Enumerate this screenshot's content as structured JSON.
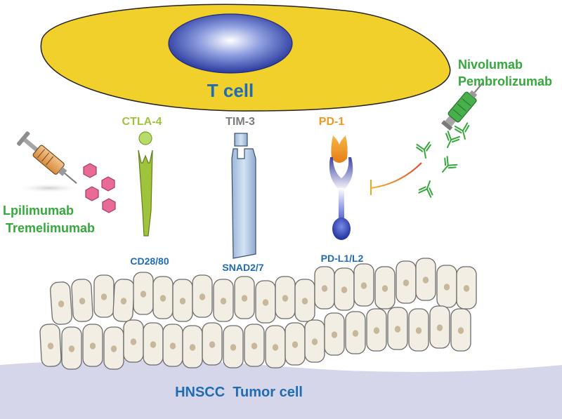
{
  "colors": {
    "t_cell": "#f2d02c",
    "nucleus": "#3d50b8",
    "label_blue": "#1f6cb4",
    "ctla4": "#9fc33a",
    "tim3": "#7b7b7b",
    "pd1": "#f3951f",
    "drug_green": "#35a83b",
    "inhibit_line": "#f2a81d",
    "tumor_base": "#d5d6ea",
    "cell_fill": "#f3eee4",
    "cell_nucleus": "#c8b79a"
  },
  "t_cell": {
    "label": "T cell"
  },
  "receptors": [
    {
      "name": "CTLA-4",
      "ligand": "CD28/80",
      "icon": "ctla4-receptor"
    },
    {
      "name": "TIM-3",
      "ligand": "SNAD2/7",
      "icon": "tim3-receptor"
    },
    {
      "name": "PD-1",
      "ligand": "PD-L1/L2",
      "icon": "pd1-receptor"
    }
  ],
  "drugs_left": {
    "line1": "Lpilimumab",
    "line2": "Tremelimumab",
    "icon": "syringe-icon"
  },
  "drugs_right": {
    "line1": "Nivolumab",
    "line2": "Pembrolizumab",
    "icon": "syringe-icon"
  },
  "tumor": {
    "label": "HNSCC  Tumor cell"
  }
}
